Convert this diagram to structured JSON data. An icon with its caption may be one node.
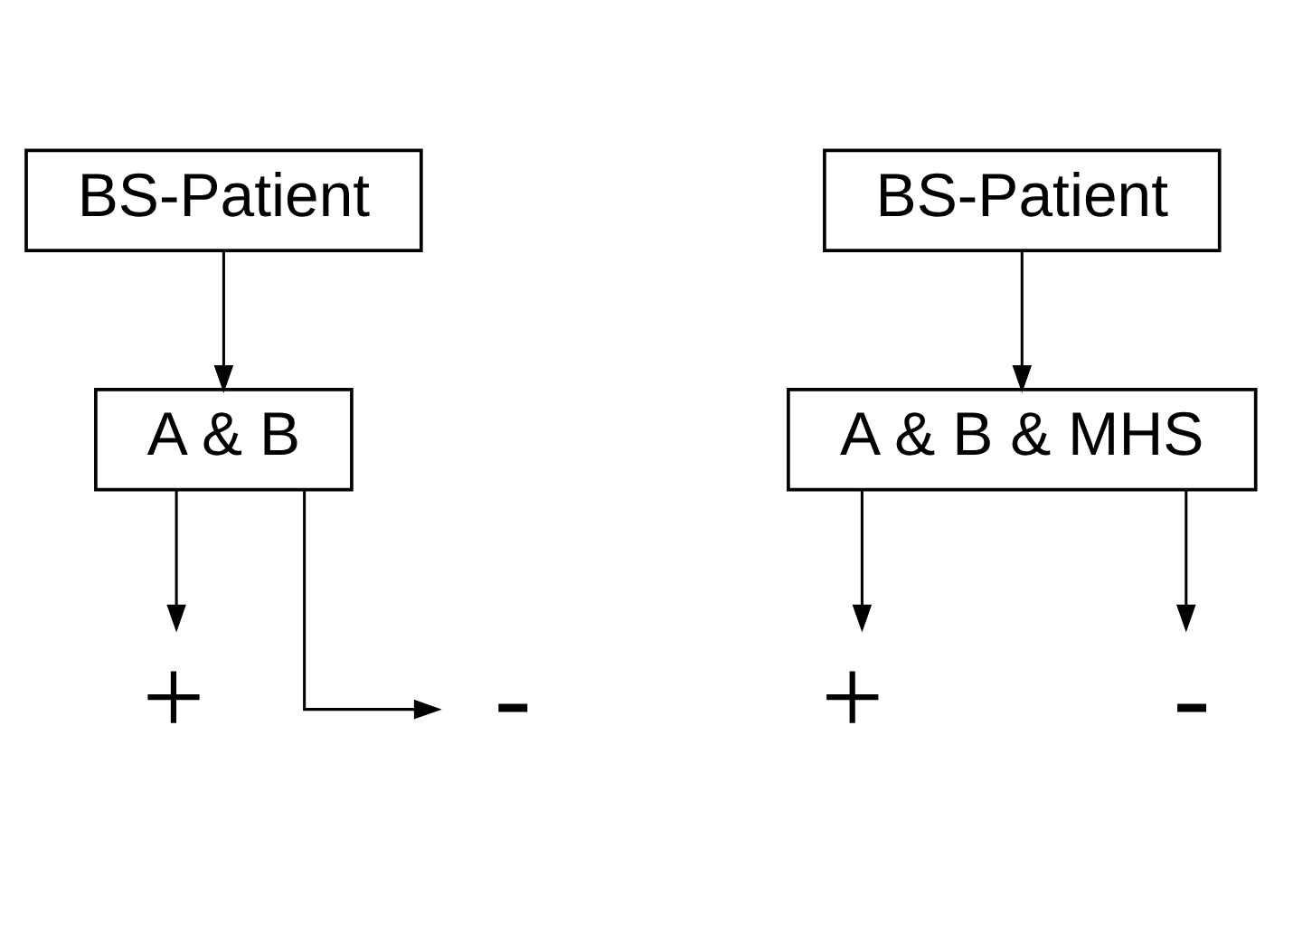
{
  "diagram": {
    "nodes": [
      {
        "text": [
          "BS-Patient"
        ]
      },
      {
        "text": [
          "A & B"
        ]
      },
      {
        "text": [
          "+"
        ]
      },
      {
        "text": [
          "-"
        ]
      },
      {
        "text": [
          "BS-Patient"
        ]
      },
      {
        "text": [
          "A & B & MHS"
        ]
      },
      {
        "text": [
          "+"
        ]
      },
      {
        "text": [
          "-"
        ]
      }
    ],
    "edges": [
      {
        "from": 0,
        "to": 1,
        "arrow": "to"
      },
      {
        "from": 1,
        "to": 2,
        "arrow": "to"
      },
      {
        "from": 1,
        "to": 3,
        "arrow": "to"
      },
      {
        "from": 4,
        "to": 5,
        "arrow": "to"
      },
      {
        "from": 5,
        "to": 6,
        "arrow": "to"
      },
      {
        "from": 5,
        "to": 7,
        "arrow": "to"
      }
    ]
  }
}
